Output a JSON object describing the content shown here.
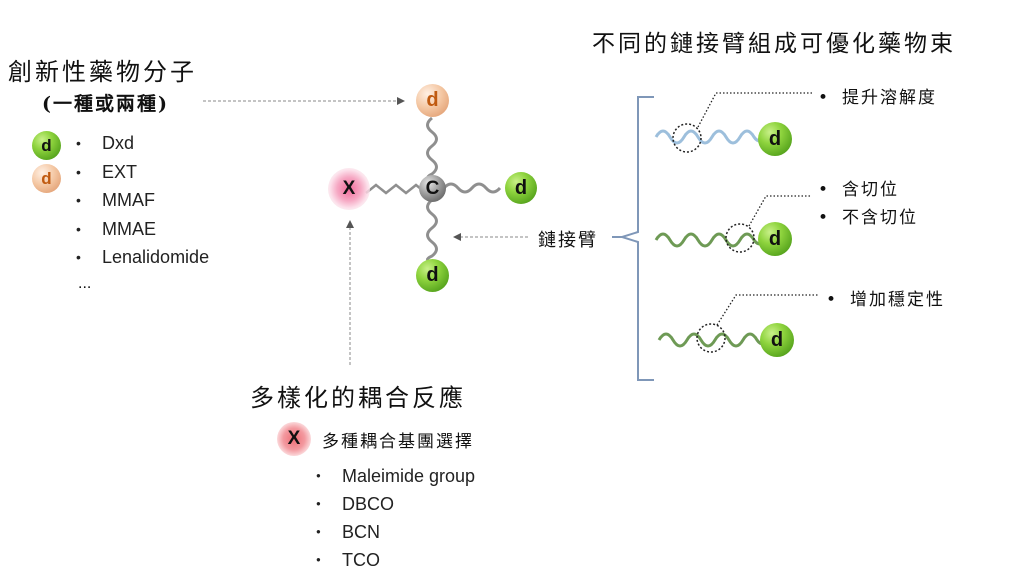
{
  "left_panel": {
    "title": "創新性藥物分子",
    "subtitle": "(一種或兩種)",
    "payload_icons": [
      {
        "label": "d",
        "color": "green"
      },
      {
        "label": "d",
        "color": "orange"
      }
    ],
    "payloads": [
      "Dxd",
      "EXT",
      "MMAF",
      "MMAE",
      "Lenalidomide",
      "..."
    ]
  },
  "center_diagram": {
    "core_label": "C",
    "conjugation_label": "X",
    "payload_labels": {
      "top": "d",
      "right": "d",
      "bottom": "d"
    },
    "linker_label": "鏈接臂",
    "colors": {
      "green": "#7cc53a",
      "orange": "#e9a87c",
      "gray": "#8a8a8a",
      "pink": "#f16b9a"
    }
  },
  "bottom_panel": {
    "title": "多樣化的耦合反應",
    "x_icon_label": "X",
    "subtitle": "多種耦合基團選擇",
    "groups": [
      "Maleimide group",
      "DBCO",
      "BCN",
      "TCO"
    ]
  },
  "right_panel": {
    "title": "不同的鏈接臂組成可優化藥物束",
    "linkers": [
      {
        "color": "#9dbfdc",
        "payload": "d",
        "notes": [
          "提升溶解度"
        ]
      },
      {
        "color": "#6e9a55",
        "payload": "d",
        "notes": [
          "含切位",
          "不含切位"
        ]
      },
      {
        "color": "#6e9a55",
        "payload": "d",
        "notes": [
          "增加穩定性"
        ]
      }
    ],
    "bracket_color": "#7f97b8"
  }
}
